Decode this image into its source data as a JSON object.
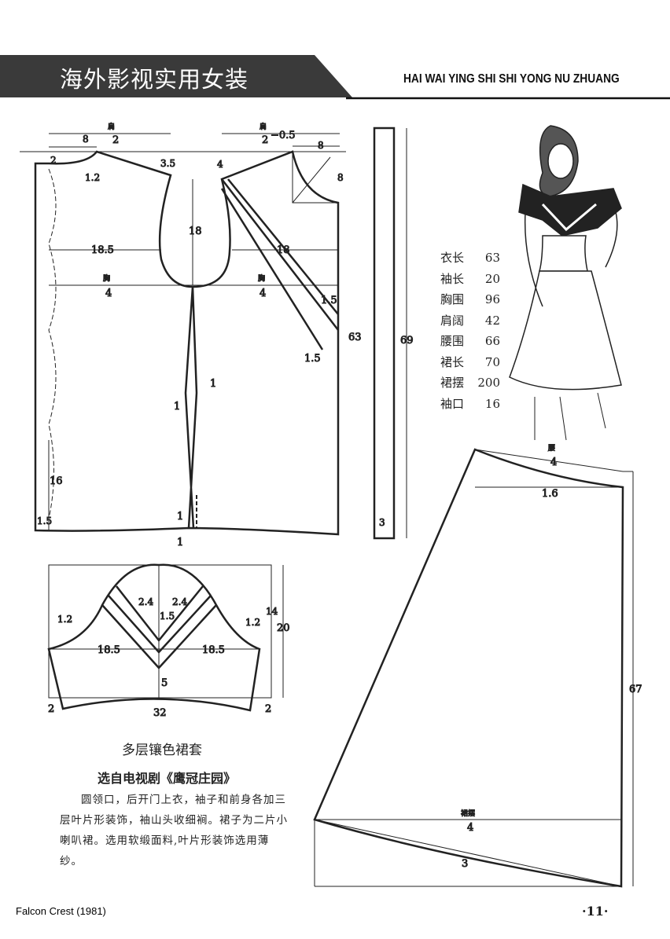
{
  "header": {
    "title": "海外影视实用女装",
    "pinyin": "HAI WAI YING SHI SHI YONG NU ZHUANG"
  },
  "bodice": {
    "shoulder_half": {
      "top": "肩",
      "bottom": "2"
    },
    "shoulder_half_minus": {
      "top": "肩",
      "bottom": "2",
      "suffix": "−0.5"
    },
    "chest_left": {
      "top": "胸",
      "bottom": "4"
    },
    "chest_right": {
      "top": "胸",
      "bottom": "4"
    },
    "labels": [
      "8",
      "2",
      "1.2",
      "3.5",
      "4",
      "8",
      "8",
      "18",
      "18.5",
      "18",
      "1.5",
      "1.5",
      "63",
      "1",
      "1",
      "1",
      "1",
      "16",
      "1.5"
    ]
  },
  "facing_strip": {
    "labels": [
      "69",
      "3"
    ]
  },
  "measurements": [
    {
      "name": "衣长",
      "value": "63"
    },
    {
      "name": "袖长",
      "value": "20"
    },
    {
      "name": "胸围",
      "value": "96"
    },
    {
      "name": "肩阔",
      "value": "42"
    },
    {
      "name": "腰围",
      "value": "66"
    },
    {
      "name": "裙长",
      "value": "70"
    },
    {
      "name": "裙摆",
      "value": "200"
    },
    {
      "name": "袖口",
      "value": "16"
    }
  ],
  "sleeve": {
    "labels": [
      "2.4",
      "2.4",
      "1.5",
      "1.2",
      "1.2",
      "14",
      "20",
      "18.5",
      "18.5",
      "5",
      "2",
      "2",
      "32"
    ]
  },
  "skirt": {
    "waist": {
      "top": "腰",
      "bottom": "4"
    },
    "hem": {
      "top": "裙摆",
      "bottom": "4"
    },
    "labels": [
      "1.6",
      "67",
      "3"
    ]
  },
  "caption": {
    "title": "多层镶色裙套",
    "subtitle": "选自电视剧《鹰冠庄园》",
    "body": "圆领口，后开门上衣，袖子和前身各加三层叶片形装饰，袖山头收细裥。裙子为二片小喇叭裙。选用软缎面料,叶片形装饰选用薄纱。"
  },
  "footer": {
    "source": "Falcon Crest (1981)",
    "page": "·11·"
  }
}
